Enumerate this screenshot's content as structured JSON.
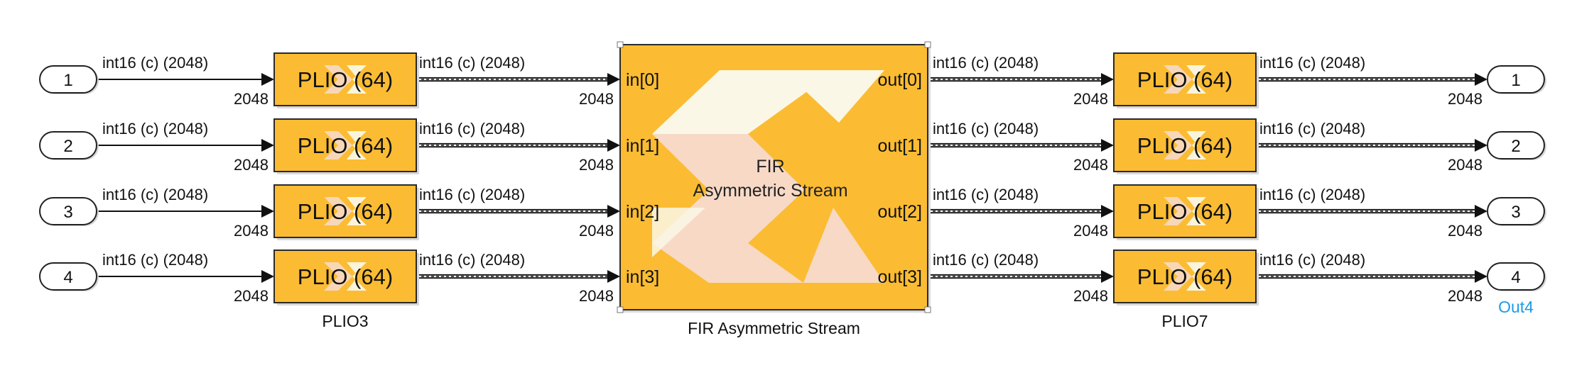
{
  "colors": {
    "block_fill": "#fbbc33",
    "block_border": "#2a2a2a",
    "logo_light": "#faf7e6",
    "logo_pink": "#f7d9c6",
    "link_blue": "#1c9be6"
  },
  "diagram": {
    "inports": [
      {
        "number": "1",
        "signal_label": "int16 (c) (2048)",
        "width_label": "2048"
      },
      {
        "number": "2",
        "signal_label": "int16 (c) (2048)",
        "width_label": "2048"
      },
      {
        "number": "3",
        "signal_label": "int16 (c) (2048)",
        "width_label": "2048"
      },
      {
        "number": "4",
        "signal_label": "int16 (c) (2048)",
        "width_label": "2048"
      }
    ],
    "input_plio": [
      {
        "text": "PLIO (64)",
        "out_signal_label": "int16 (c) (2048)",
        "out_width_label": "2048"
      },
      {
        "text": "PLIO (64)",
        "out_signal_label": "int16 (c) (2048)",
        "out_width_label": "2048"
      },
      {
        "text": "PLIO (64)",
        "out_signal_label": "int16 (c) (2048)",
        "out_width_label": "2048"
      },
      {
        "text": "PLIO (64)",
        "out_signal_label": "int16 (c) (2048)",
        "out_width_label": "2048"
      }
    ],
    "input_plio_visible_name": "PLIO3",
    "fir": {
      "title_line1": "FIR",
      "title_line2": "Asymmetric Stream",
      "name": "FIR Asymmetric Stream",
      "inputs": [
        "in[0]",
        "in[1]",
        "in[2]",
        "in[3]"
      ],
      "outputs": [
        "out[0]",
        "out[1]",
        "out[2]",
        "out[3]"
      ]
    },
    "fir_out_signal_label": "int16 (c) (2048)",
    "fir_out_width_label": "2048",
    "output_plio": [
      {
        "text": "PLIO (64)",
        "out_signal_label": "int16 (c) (2048)",
        "out_width_label": "2048"
      },
      {
        "text": "PLIO (64)",
        "out_signal_label": "int16 (c) (2048)",
        "out_width_label": "2048"
      },
      {
        "text": "PLIO (64)",
        "out_signal_label": "int16 (c) (2048)",
        "out_width_label": "2048"
      },
      {
        "text": "PLIO (64)",
        "out_signal_label": "int16 (c) (2048)",
        "out_width_label": "2048"
      }
    ],
    "output_plio_visible_name": "PLIO7",
    "outports": [
      {
        "number": "1"
      },
      {
        "number": "2"
      },
      {
        "number": "3"
      },
      {
        "number": "4"
      }
    ],
    "outport_visible_name": "Out4"
  }
}
